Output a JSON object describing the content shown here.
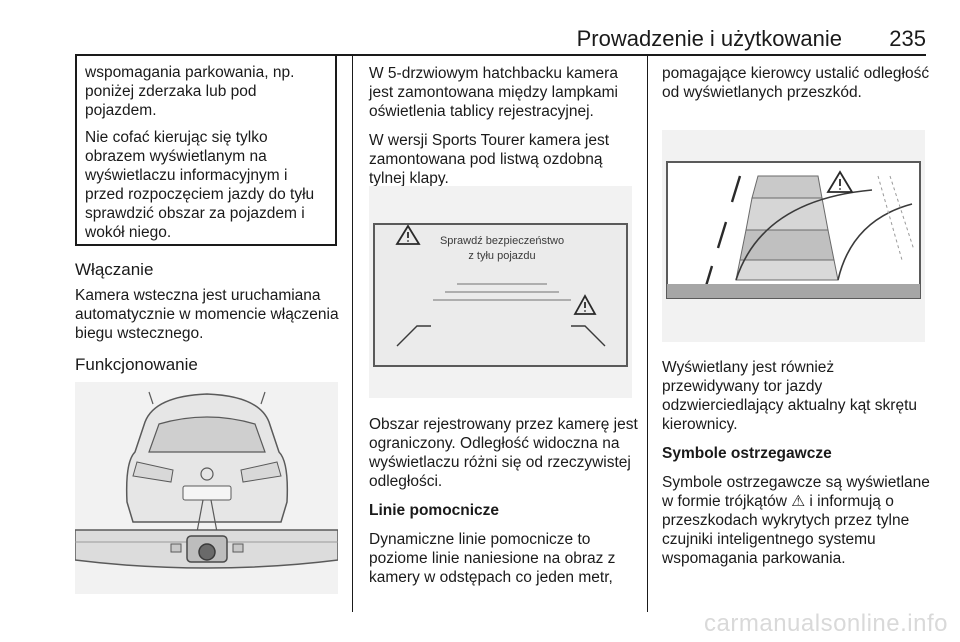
{
  "header": {
    "title": "Prowadzenie i użytkowanie",
    "page_number": "235"
  },
  "col1": {
    "warning_paragraphs": [
      "wspomagania parkowania, np. poniżej zderzaka lub pod pojazdem.",
      "Nie cofać kierując się tylko obrazem wyświetlanym na wyświetlaczu informacyjnym i przed rozpoczęciem jazdy do tyłu sprawdzić obszar za pojazdem i wokół niego."
    ],
    "heading_wlaczanie": "Włączanie",
    "para_wlaczanie": "Kamera wsteczna jest uruchamiana automatycznie w momencie włączenia biegu wstecznego.",
    "heading_funkcjonowanie": "Funkcjonowanie"
  },
  "col2": {
    "para1": "W 5-drzwiowym hatchbacku kamera jest zamontowana między lampkami oświetlenia tablicy rejestracyjnej.",
    "para2": "W wersji Sports Tourer kamera jest zamontowana pod listwą ozdobną tylnej klapy.",
    "screen_msg_line1": "Sprawdź bezpieczeństwo",
    "screen_msg_line2": "z tyłu pojazdu",
    "para3": "Obszar rejestrowany przez kamerę jest ograniczony. Odległość widoczna na wyświetlaczu różni się od rzeczywistej odległości.",
    "heading_linie": "Linie pomocnicze",
    "para4": "Dynamiczne linie pomocnicze to poziome linie naniesione na obraz z kamery w odstępach co jeden metr,"
  },
  "col3": {
    "para1": "pomagające kierowcy ustalić odległość od wyświetlanych przeszkód.",
    "para2": "Wyświetlany jest również przewidywany tor jazdy odzwierciedlający aktualny kąt skrętu kierownicy.",
    "heading_symbole": "Symbole ostrzegawcze",
    "para3_before_icon": "Symbole ostrzegawcze są wyświetlane w formie trójkątów ",
    "para3_icon": "⚠",
    "para3_after_icon": " i informują o przeszkodach wykrytych przez tylne czujniki inteligentnego systemu wspomagania parkowania."
  },
  "watermark": "carmanualsonline.info"
}
